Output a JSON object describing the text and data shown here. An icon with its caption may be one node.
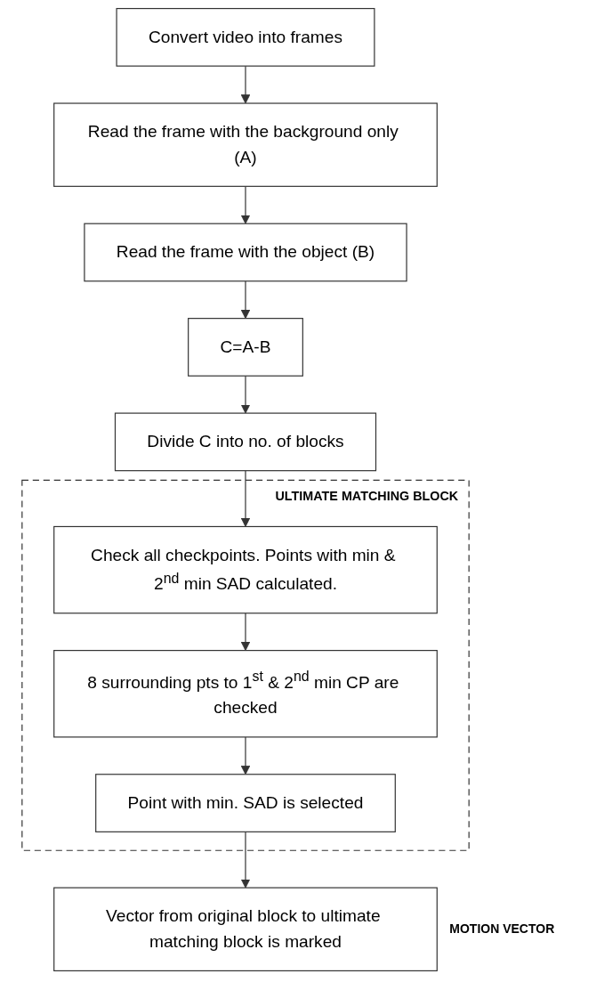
{
  "diagram": {
    "nodes": [
      {
        "text": [
          "Convert video into frames"
        ]
      },
      {
        "text": [
          "Read the frame with the background only (A)"
        ]
      },
      {
        "text": [
          "Read the frame with the object (B)"
        ]
      },
      {
        "text": [
          "C=A-B"
        ]
      },
      {
        "text": [
          "Divide C into no. of blocks"
        ]
      },
      {
        "text": [
          "ULTIMATE MATCHING BLOCK"
        ]
      },
      {
        "text": [
          "Check all checkpoints. Points with min & 2$^{nd}$ min SAD calculated."
        ],
        "in": 5
      },
      {
        "text": [
          "8 surrounding pts to 1$^{st}$ & 2$^{nd}$ min CP are checked"
        ],
        "in": 5
      },
      {
        "text": [
          "Point with min. SAD is selected"
        ],
        "in": 5
      },
      {
        "text": [
          "Vector from original block to ultimate matching block is marked"
        ],
        "beside": [
          "MOTION VECTOR"
        ]
      }
    ],
    "edges": [
      {
        "from": 0,
        "to": 1,
        "arrow": "to"
      },
      {
        "from": 1,
        "to": 2,
        "arrow": "to"
      },
      {
        "from": 2,
        "to": 3,
        "arrow": "to"
      },
      {
        "from": 3,
        "to": 4,
        "arrow": "to"
      },
      {
        "from": 4,
        "to": 6,
        "arrow": "to"
      },
      {
        "from": 6,
        "to": 7,
        "arrow": "to"
      },
      {
        "from": 7,
        "to": 8,
        "arrow": "to"
      },
      {
        "from": 8,
        "to": 9,
        "arrow": "to"
      }
    ]
  }
}
